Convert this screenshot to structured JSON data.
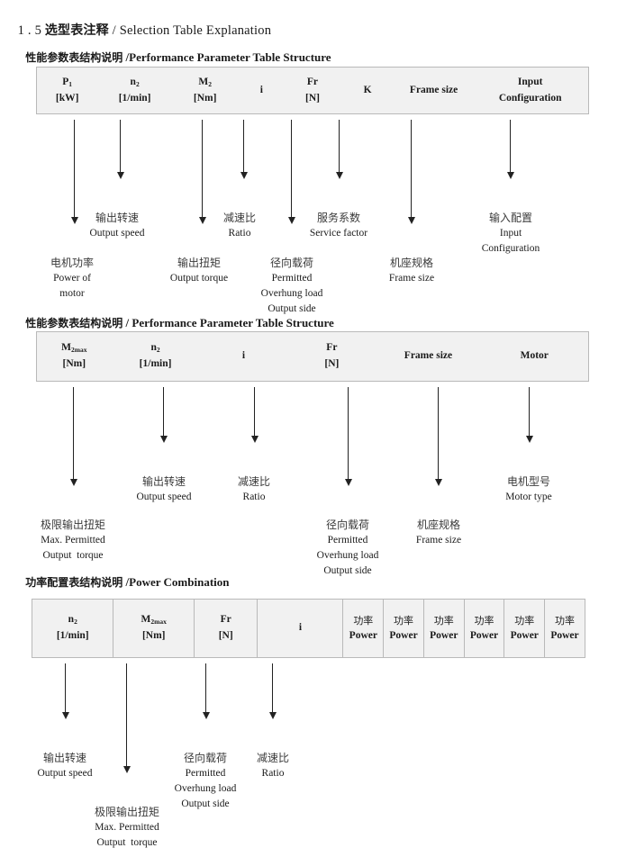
{
  "title": {
    "number": "1 . 5",
    "cn": "选型表注释",
    "sep": " / ",
    "en": "Selection Table Explanation"
  },
  "sections": [
    {
      "heading": {
        "cn": "性能参数表结构说明",
        "sep": " /",
        "en": "Performance Parameter Table Structure"
      },
      "table": {
        "divided": false,
        "columns": [
          {
            "symbol": "P",
            "sub": "1",
            "unit": "[kW]"
          },
          {
            "symbol": "n",
            "sub": "2",
            "unit": "[1/min]"
          },
          {
            "symbol": "M",
            "sub": "2",
            "unit": "[Nm]"
          },
          {
            "symbol": "i",
            "sub": "",
            "unit": ""
          },
          {
            "symbol": "Fr",
            "sub": "",
            "unit": "[N]"
          },
          {
            "symbol": "K",
            "sub": "",
            "unit": ""
          },
          {
            "symbol": "Frame size",
            "sub": "",
            "unit": ""
          },
          {
            "symbol": "Input",
            "sub": "",
            "unit": "Configuration"
          }
        ]
      },
      "notes": [
        {
          "cn": "电机功率",
          "en": "Power of\nmotor"
        },
        {
          "cn": "输出转速",
          "en": "Output speed"
        },
        {
          "cn": "输出扭矩",
          "en": "Output torque"
        },
        {
          "cn": "减速比",
          "en": "Ratio"
        },
        {
          "cn": "径向载荷",
          "en": "Permitted\nOverhung load\nOutput side"
        },
        {
          "cn": "服务系数",
          "en": "Service factor"
        },
        {
          "cn": "机座规格",
          "en": "Frame size"
        },
        {
          "cn": "输入配置",
          "en": "Input\nConfiguration"
        }
      ]
    },
    {
      "heading": {
        "cn": "性能参数表结构说明",
        "sep": " / ",
        "en": "Performance Parameter Table Structure"
      },
      "table": {
        "divided": false,
        "columns": [
          {
            "symbol": "M",
            "sub": "2max",
            "unit": "[Nm]"
          },
          {
            "symbol": "n",
            "sub": "2",
            "unit": "[1/min]"
          },
          {
            "symbol": "i",
            "sub": "",
            "unit": ""
          },
          {
            "symbol": "Fr",
            "sub": "",
            "unit": "[N]"
          },
          {
            "symbol": "Frame size",
            "sub": "",
            "unit": ""
          },
          {
            "symbol": "Motor",
            "sub": "",
            "unit": ""
          }
        ]
      },
      "notes": [
        {
          "cn": "极限输出扭矩",
          "en": "Max. Permitted\nOutput  torque"
        },
        {
          "cn": "输出转速",
          "en": "Output speed"
        },
        {
          "cn": "减速比",
          "en": "Ratio"
        },
        {
          "cn": "径向载荷",
          "en": "Permitted\nOverhung load\nOutput side"
        },
        {
          "cn": "机座规格",
          "en": "Frame size"
        },
        {
          "cn": "电机型号",
          "en": "Motor type"
        }
      ]
    },
    {
      "heading": {
        "cn": "功率配置表结构说明",
        "sep": " /",
        "en": "Power Combination"
      },
      "table": {
        "divided": true,
        "columns": [
          {
            "symbol": "n",
            "sub": "2",
            "unit": "[1/min]"
          },
          {
            "symbol": "M",
            "sub": "2max",
            "unit": "[Nm]"
          },
          {
            "symbol": "Fr",
            "sub": "",
            "unit": "[N]"
          },
          {
            "symbol": "i",
            "sub": "",
            "unit": ""
          },
          {
            "symbol": "功率",
            "sub": "",
            "unit": "Power",
            "cn_top": true
          },
          {
            "symbol": "功率",
            "sub": "",
            "unit": "Power",
            "cn_top": true
          },
          {
            "symbol": "功率",
            "sub": "",
            "unit": "Power",
            "cn_top": true
          },
          {
            "symbol": "功率",
            "sub": "",
            "unit": "Power",
            "cn_top": true
          },
          {
            "symbol": "功率",
            "sub": "",
            "unit": "Power",
            "cn_top": true
          },
          {
            "symbol": "功率",
            "sub": "",
            "unit": "Power",
            "cn_top": true
          }
        ]
      },
      "notes": [
        {
          "cn": "输出转速",
          "en": "Output speed"
        },
        {
          "cn": "极限输出扭矩",
          "en": "Max. Permitted\nOutput  torque"
        },
        {
          "cn": "径向载荷",
          "en": "Permitted\nOverhung load\nOutput side"
        },
        {
          "cn": "减速比",
          "en": "Ratio"
        }
      ]
    }
  ]
}
